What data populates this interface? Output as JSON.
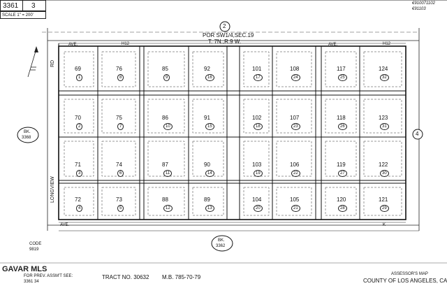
{
  "page": {
    "book": "3361",
    "page": "3",
    "scale": "SCALE 1\" = 200'",
    "stamp_top": "€910071102",
    "stamp_top2": "€91103",
    "header_circle": "2",
    "header_line1": "POR SW1/4,SEC.19",
    "header_line2": "T. 7N.,R.9 W.",
    "left_book_label": "BK.",
    "left_book_num": "3368",
    "right_circle": "4",
    "bottom_book_label": "BK.",
    "bottom_book_num": "3362",
    "code_label": "CODE",
    "code_num": "9819",
    "street_top_left": "AVE.",
    "street_top_left_num": "H12",
    "street_top_right": "AVE.",
    "street_top_right_num": "H12",
    "street_bottom_left": "AVE.",
    "street_bottom_right": "K",
    "street_left_rd": "RD",
    "street_longview": "LONGVIEW",
    "tract_text": "TRACT NO. 30632",
    "mb_text": "M.B.   785-70-79",
    "for_prev": "FOR PREV. ASSM'T SEE:",
    "for_prev_ref": "3361  34",
    "assessor_line1": "ASSESSOR'S MAP",
    "assessor_line2": "COUNTY OF LOS ANGELES, CALIF.",
    "watermark": "GAVAR MLS"
  },
  "parcels": [
    {
      "num": "69",
      "sub": "1"
    },
    {
      "num": "76",
      "sub": "8"
    },
    {
      "num": "85",
      "sub": "9"
    },
    {
      "num": "92",
      "sub": "16"
    },
    {
      "num": "101",
      "sub": "17"
    },
    {
      "num": "108",
      "sub": "24"
    },
    {
      "num": "117",
      "sub": "25"
    },
    {
      "num": "124",
      "sub": "32"
    },
    {
      "num": "70",
      "sub": "2"
    },
    {
      "num": "75",
      "sub": "7"
    },
    {
      "num": "86",
      "sub": "10"
    },
    {
      "num": "91",
      "sub": "15"
    },
    {
      "num": "102",
      "sub": "18"
    },
    {
      "num": "107",
      "sub": "23"
    },
    {
      "num": "118",
      "sub": "26"
    },
    {
      "num": "123",
      "sub": "31"
    },
    {
      "num": "71",
      "sub": "3"
    },
    {
      "num": "74",
      "sub": "6"
    },
    {
      "num": "87",
      "sub": "11"
    },
    {
      "num": "90",
      "sub": "14"
    },
    {
      "num": "103",
      "sub": "19"
    },
    {
      "num": "106",
      "sub": "22"
    },
    {
      "num": "119",
      "sub": "27"
    },
    {
      "num": "122",
      "sub": "30"
    },
    {
      "num": "72",
      "sub": "4"
    },
    {
      "num": "73",
      "sub": "5"
    },
    {
      "num": "88",
      "sub": "12"
    },
    {
      "num": "89",
      "sub": "13"
    },
    {
      "num": "104",
      "sub": "20"
    },
    {
      "num": "105",
      "sub": "21"
    },
    {
      "num": "120",
      "sub": "28"
    },
    {
      "num": "121",
      "sub": "29"
    }
  ]
}
